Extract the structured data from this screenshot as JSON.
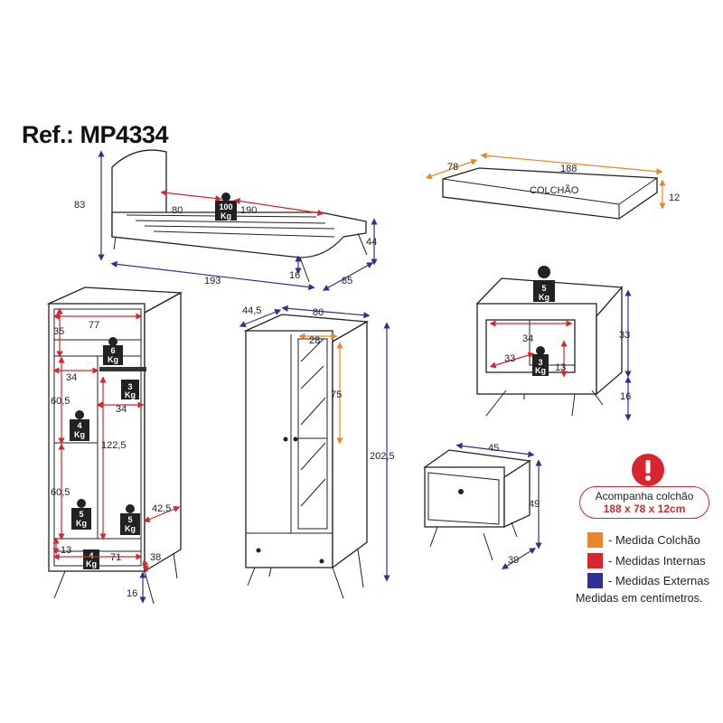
{
  "title": "Ref.: MP4334",
  "labels": {
    "bed_h": "83",
    "bed_l": "190",
    "bed_w": "80",
    "bed_len_ext": "193",
    "bed_leg": "16",
    "bed_width_ext": "85",
    "bed_frame_h": "44",
    "bed_weight": "100",
    "bed_weight_unit": "Kg",
    "mat_w": "78",
    "mat_l": "188",
    "mat_h": "12",
    "mat_name": "COLCHÃO",
    "wd_depth": "44,5",
    "wd_width": "80",
    "wd_mirror_w": "28",
    "wd_mirror_h": "75",
    "wd_height": "202,5",
    "ns_h": "33",
    "ns_leg": "16",
    "ns_drawer_w": "34",
    "ns_drawer_d": "33",
    "ns_drawer_h": "13",
    "ns_top_weight": "5",
    "ns_top_unit": "Kg",
    "ns_drawer_weight": "3",
    "ns_drawer_unit": "Kg",
    "sn_w": "45",
    "sn_h": "49",
    "sn_d": "39",
    "ws_int_w": "77",
    "ws_top_h": "35",
    "ws_shelf_w": "34",
    "ws_left_h": "60,5",
    "ws_rod_w": "34",
    "ws_right_h": "122,5",
    "ws_left_low_h": "60,5",
    "ws_drawer_h": "13",
    "ws_drawer_w": "71",
    "ws_drawer_d": "38",
    "ws_side_d": "42,5",
    "ws_leg": "16",
    "w6": "6",
    "w3": "3",
    "w4a": "4",
    "w5a": "5",
    "w5b": "5",
    "w4b": "4",
    "kg": "Kg"
  },
  "notice": {
    "line1": "Acompanha colchão",
    "line2": "188 x 78 x 12cm"
  },
  "legend": [
    {
      "label": "- Medida Colchão",
      "color": "#e9852a"
    },
    {
      "label": "- Medidas Internas",
      "color": "#d7262e"
    },
    {
      "label": "- Medidas Externas",
      "color": "#2e3192"
    }
  ],
  "footnote": "Medidas em centímetros."
}
